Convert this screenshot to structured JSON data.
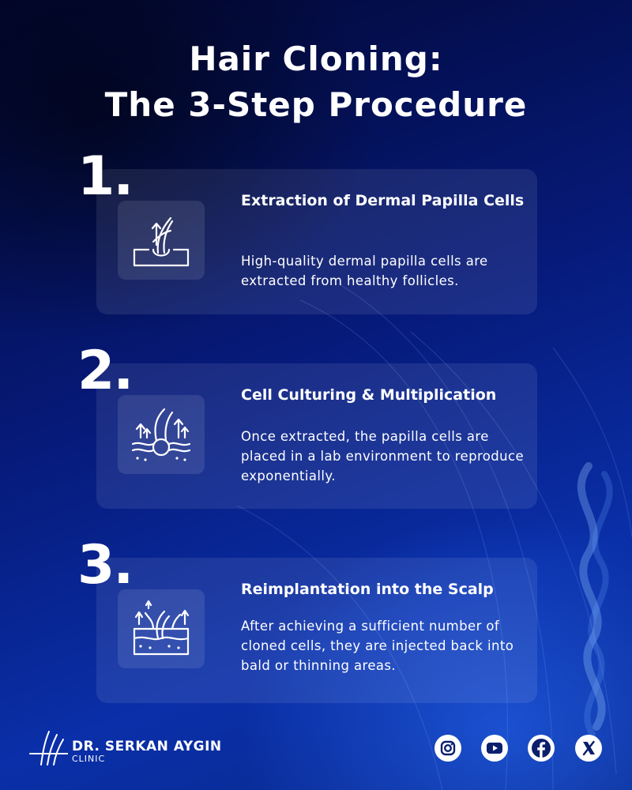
{
  "header": {
    "title_line1": "Hair Cloning:",
    "title_line2": "The 3-Step Procedure"
  },
  "steps": [
    {
      "number": "1.",
      "icon": "hair-follicle-extraction-icon",
      "title": "Extraction of Dermal Papilla Cells",
      "text": "High-quality dermal papilla cells are extracted from healthy follicles."
    },
    {
      "number": "2.",
      "icon": "cell-multiplication-icon",
      "title": "Cell Culturing & Multiplication",
      "text": "Once extracted, the papilla cells are placed in a lab environment to reproduce exponentially."
    },
    {
      "number": "3.",
      "icon": "scalp-reimplantation-icon",
      "title": "Reimplantation into the Scalp",
      "text": "After achieving a sufficient number of cloned cells, they are injected back into bald or thinning areas."
    }
  ],
  "footer": {
    "brand_name": "DR. SERKAN AYGIN",
    "brand_sub": "CLINIC",
    "social": [
      "instagram-icon",
      "youtube-icon",
      "facebook-icon",
      "x-icon"
    ]
  },
  "colors": {
    "background_dark": "#020733",
    "background_accent": "#0a2fa8",
    "text": "#ffffff"
  }
}
